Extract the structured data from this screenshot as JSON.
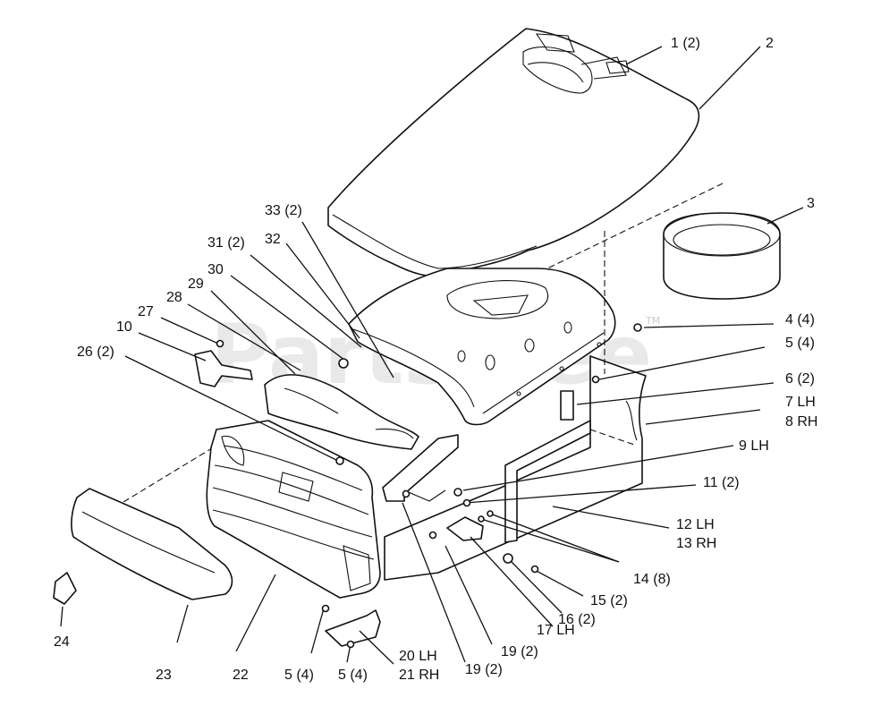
{
  "watermark": {
    "text": "PartsTree",
    "mark": "TM"
  },
  "callouts": [
    {
      "key": "c1",
      "text": "1 (2)"
    },
    {
      "key": "c2",
      "text": "2"
    },
    {
      "key": "c3",
      "text": "3"
    },
    {
      "key": "c4",
      "text": "4 (4)"
    },
    {
      "key": "c5a",
      "text": "5 (4)"
    },
    {
      "key": "c6",
      "text": "6 (2)"
    },
    {
      "key": "c7",
      "text": "7 LH"
    },
    {
      "key": "c8",
      "text": "8 RH"
    },
    {
      "key": "c9",
      "text": "9 LH"
    },
    {
      "key": "c11",
      "text": "11 (2)"
    },
    {
      "key": "c12",
      "text": "12 LH"
    },
    {
      "key": "c13",
      "text": "13 RH"
    },
    {
      "key": "c14",
      "text": "14 (8)"
    },
    {
      "key": "c15",
      "text": "15 (2)"
    },
    {
      "key": "c16",
      "text": "16 (2)"
    },
    {
      "key": "c17",
      "text": "17 LH"
    },
    {
      "key": "c19a",
      "text": "19 (2)"
    },
    {
      "key": "c19b",
      "text": "19 (2)"
    },
    {
      "key": "c20",
      "text": "20 LH"
    },
    {
      "key": "c21",
      "text": "21 RH"
    },
    {
      "key": "c5b",
      "text": "5 (4)"
    },
    {
      "key": "c5c",
      "text": "5 (4)"
    },
    {
      "key": "c22",
      "text": "22"
    },
    {
      "key": "c23",
      "text": "23"
    },
    {
      "key": "c24",
      "text": "24"
    },
    {
      "key": "c26",
      "text": "26 (2)"
    },
    {
      "key": "c10",
      "text": "10"
    },
    {
      "key": "c27",
      "text": "27"
    },
    {
      "key": "c28",
      "text": "28"
    },
    {
      "key": "c29",
      "text": "29"
    },
    {
      "key": "c30",
      "text": "30"
    },
    {
      "key": "c31",
      "text": "31 (2)"
    },
    {
      "key": "c32",
      "text": "32"
    },
    {
      "key": "c33",
      "text": "33 (2)"
    }
  ]
}
